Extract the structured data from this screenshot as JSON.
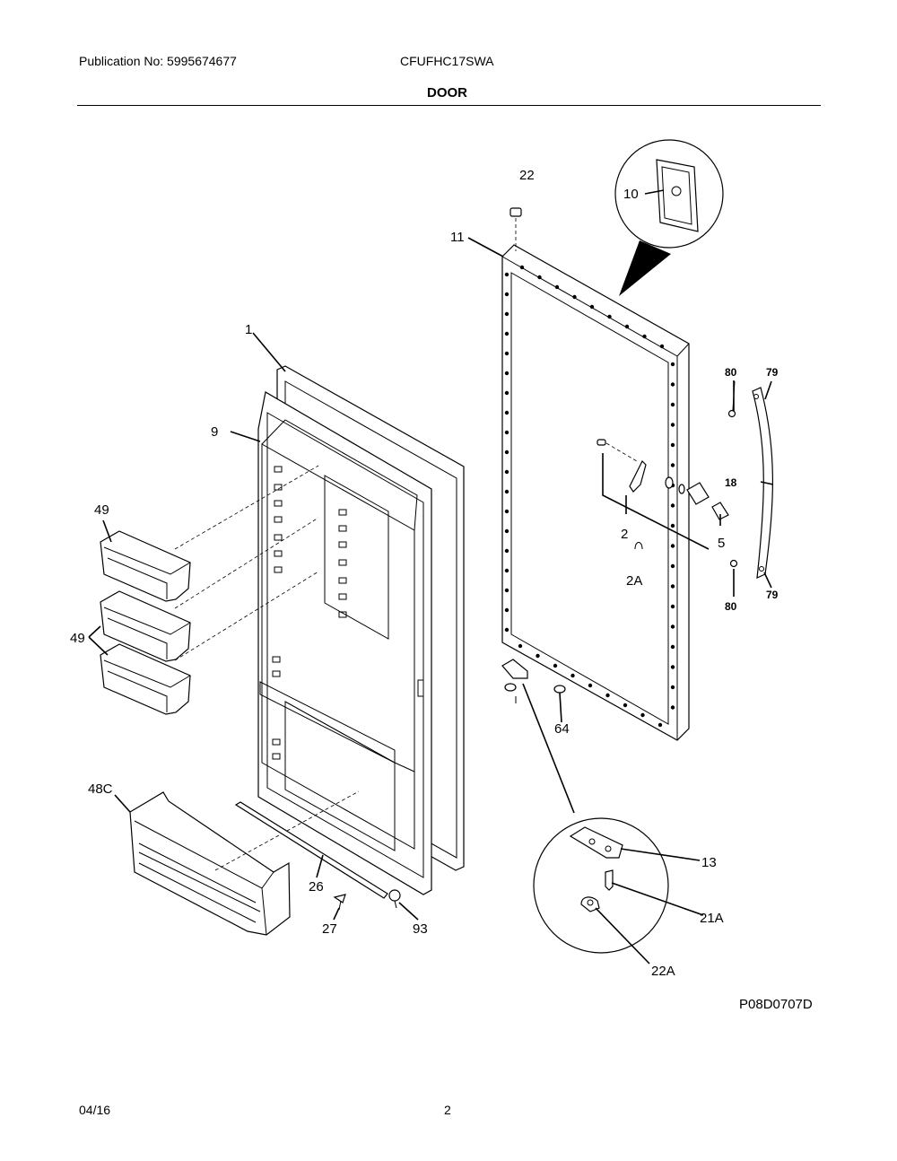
{
  "header": {
    "publication": "Publication No: 5995674677",
    "model": "CFUFHC17SWA",
    "section": "DOOR"
  },
  "diagram": {
    "code": "P08D0707D",
    "labels": {
      "p1": "1",
      "p9": "9",
      "p11": "11",
      "p22": "22",
      "p10": "10",
      "p80a": "80",
      "p79a": "79",
      "p18": "18",
      "p2": "2",
      "p5": "5",
      "p2A": "2A",
      "p80b": "80",
      "p79b": "79",
      "p49a": "49",
      "p49b": "49",
      "p64": "64",
      "p48C": "48C",
      "p26": "26",
      "p27": "27",
      "p93": "93",
      "p13": "13",
      "p21A": "21A",
      "p22A": "22A"
    }
  },
  "footer": {
    "date": "04/16",
    "page": "2"
  }
}
